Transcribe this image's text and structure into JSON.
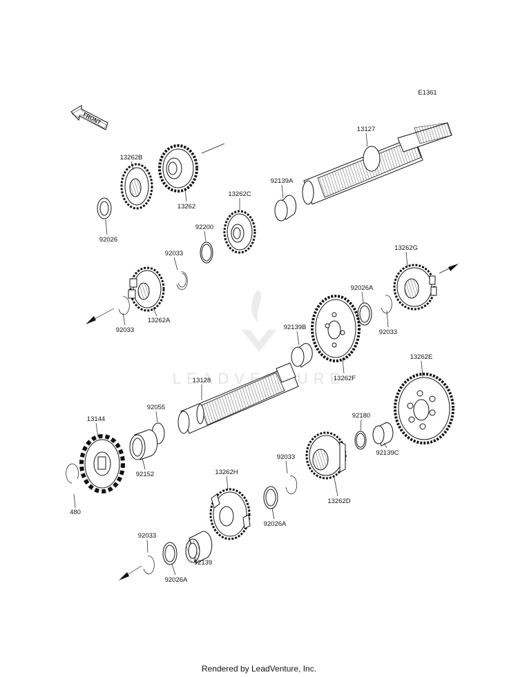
{
  "diagram_id": "E1361",
  "front_label": "FRONT",
  "watermark": "LEADVENTURE",
  "footer": "Rendered by LeadVenture, Inc.",
  "labels": {
    "p13127": "13127",
    "p13262B": "13262B",
    "p13262": "13262",
    "p92026": "92026",
    "p92139A": "92139A",
    "p13262C": "13262C",
    "p92200": "92200",
    "p92033_a": "92033",
    "p92033_b": "92033",
    "p13262A": "13262A",
    "p13262G": "13262G",
    "p92026A_a": "92026A",
    "p92033_c": "92033",
    "p92139B": "92139B",
    "p13262F": "13262F",
    "p13128": "13128",
    "p13262E": "13262E",
    "p92055": "92055",
    "p13144": "13144",
    "p92152": "92152",
    "p92180": "92180",
    "p92139C": "92139C",
    "p480": "480",
    "p92033_d": "92033",
    "p13262H": "13262H",
    "p13262D": "13262D",
    "p92026A_b": "92026A",
    "p92033_e": "92033",
    "p92139": "92139",
    "p92026A_c": "92026A"
  }
}
